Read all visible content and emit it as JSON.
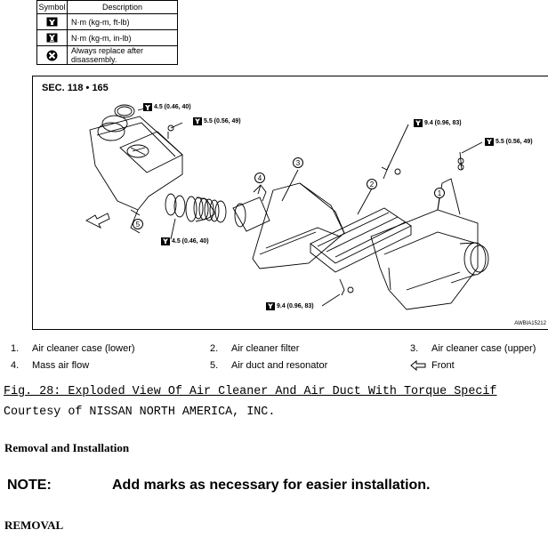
{
  "legend": {
    "headers": {
      "symbol": "Symbol",
      "description": "Description"
    },
    "rows": [
      {
        "icon": "torque-wrench-ftlb-icon",
        "description": "N·m (kg-m, ft-lb)"
      },
      {
        "icon": "torque-wrench-inlb-icon",
        "description": "N·m (kg-m, in-lb)"
      },
      {
        "icon": "replace-after-disassembly-icon",
        "description": "Always replace after disassembly."
      }
    ]
  },
  "figure": {
    "section": "SEC. 118 • 165",
    "code": "AWBIA15212",
    "torques": [
      "4.5 (0.46, 40)",
      "5.5 (0.56, 49)",
      "9.4 (0.96, 83)",
      "5.5 (0.56, 49)",
      "4.5 (0.46, 40)",
      "9.4 (0.96, 83)"
    ],
    "callouts": [
      "1",
      "2",
      "3",
      "4",
      "5"
    ]
  },
  "parts": [
    {
      "num": "1.",
      "label": "Air cleaner case (lower)"
    },
    {
      "num": "2.",
      "label": "Air cleaner filter"
    },
    {
      "num": "3.",
      "label": "Air cleaner case (upper)"
    },
    {
      "num": "4.",
      "label": "Mass air flow"
    },
    {
      "num": "5.",
      "label": "Air duct and resonator"
    },
    {
      "num": "",
      "label": "Front",
      "icon": "front-arrow-icon"
    }
  ],
  "caption": "Fig. 28: Exploded View Of Air Cleaner And Air Duct With Torque Specif",
  "courtesy": "Courtesy of NISSAN NORTH AMERICA, INC.",
  "removal_installation": "Removal and Installation",
  "note": {
    "label": "NOTE:",
    "text": "Add marks as necessary for easier installation."
  },
  "removal": "REMOVAL"
}
